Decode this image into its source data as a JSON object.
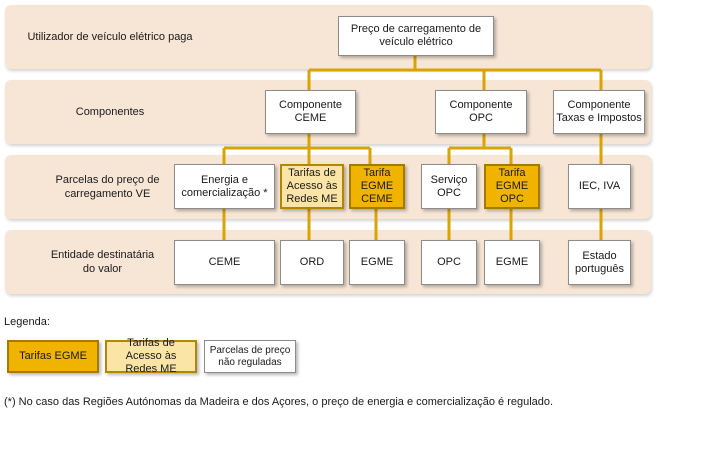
{
  "rows": {
    "row1": "Utilizador de veículo elétrico paga",
    "row2": "Componentes",
    "row3": "Parcelas do preço de carregamento VE",
    "row4": "Entidade destinatária do valor"
  },
  "nodes": {
    "root": "Preço de carregamento de veículo elétrico",
    "comp_ceme": "Componente CEME",
    "comp_opc": "Componente OPC",
    "comp_taxas": "Componente Taxas e Impostos",
    "energia": "Energia e comercialização *",
    "tarifas_acesso": "Tarifas de Acesso às Redes ME",
    "tarifa_egme_ceme": "Tarifa EGME CEME",
    "servico_opc": "Serviço OPC",
    "tarifa_egme_opc": "Tarifa EGME OPC",
    "iec_iva": "IEC, IVA",
    "ent_ceme": "CEME",
    "ent_ord": "ORD",
    "ent_egme1": "EGME",
    "ent_opc": "OPC",
    "ent_egme2": "EGME",
    "ent_estado": "Estado português"
  },
  "legend": {
    "title": "Legenda:",
    "egme": "Tarifas EGME",
    "acesso": "Tarifas de Acesso às Redes ME",
    "nao_reguladas": "Parcelas de preço não reguladas"
  },
  "footnote": "(*) No caso das Regiões Autónomas da Madeira e dos Açores, o preço de energia e comercialização é regulado.",
  "colors": {
    "band": "#f7e6d6",
    "connector": "#d9a300",
    "egme_fill": "#f0b400",
    "acesso_fill": "#fbe5a6"
  }
}
